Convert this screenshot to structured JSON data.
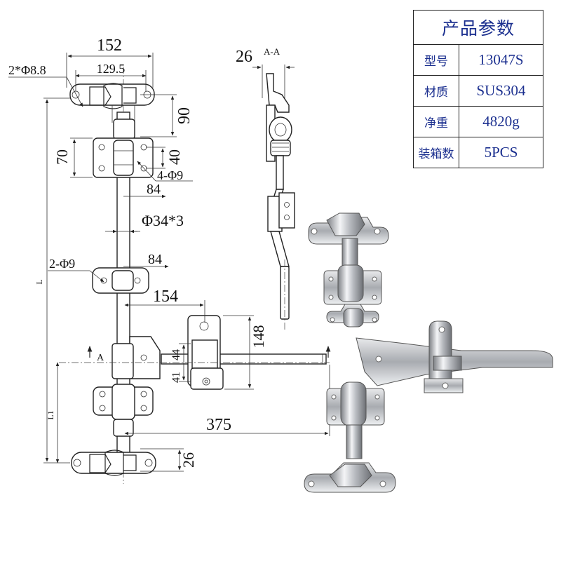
{
  "spec_table": {
    "title": "产品参数",
    "rows": [
      {
        "key": "型号",
        "value": "13047S"
      },
      {
        "key": "材质",
        "value": "SUS304"
      },
      {
        "key": "净重",
        "value": "4820g"
      },
      {
        "key": "装箱数",
        "value": "5PCS"
      }
    ]
  },
  "front_view": {
    "dims": {
      "top_width": "152",
      "hole_spacing": "129.5",
      "holes_top": "2*Φ8.8",
      "upper_gap": "90",
      "bracket_height": "70",
      "bracket_hole_pitch": "40",
      "bracket_holes": "4-Φ9",
      "bracket_width": "84",
      "rod": "Φ34*3",
      "guide_holes": "2-Φ9",
      "guide_width": "84",
      "handle_offset": "154",
      "handle_height": "148",
      "handle_a": "41",
      "handle_b": "44",
      "section_marker": "A",
      "handle_length": "375",
      "bottom_cam": "26",
      "overall_length": "L",
      "lower_length": "L1"
    }
  },
  "section_view": {
    "title": "A-A",
    "dim": "26"
  }
}
